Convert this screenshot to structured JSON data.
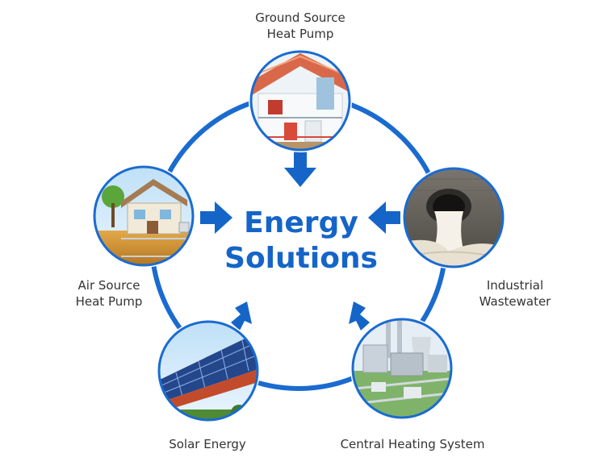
{
  "center": {
    "title_line1": "Energy",
    "title_line2": "Solutions"
  },
  "nodes": [
    {
      "label": "Ground Source\nHeat Pump",
      "icon": "ground-source-heat-pump-icon"
    },
    {
      "label": "Industrial\nWastewater",
      "icon": "industrial-wastewater-icon"
    },
    {
      "label": "Central Heating System",
      "icon": "central-heating-plant-icon"
    },
    {
      "label": "Solar Energy",
      "icon": "solar-panel-roof-icon"
    },
    {
      "label": "Air Source\nHeat Pump",
      "icon": "air-source-heat-pump-house-icon"
    }
  ],
  "colors": {
    "accent": "#1565c8",
    "ring": "#1a6bd0",
    "label": "#333333"
  }
}
